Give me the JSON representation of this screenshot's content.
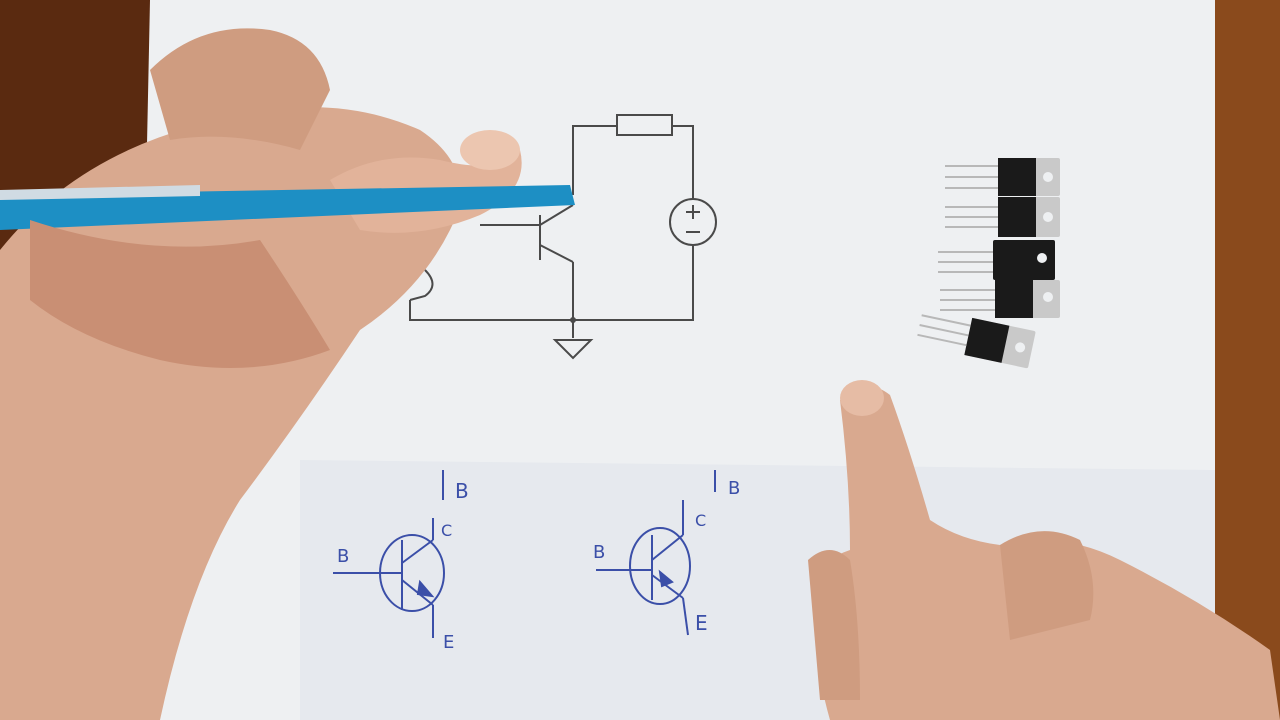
{
  "colors": {
    "table_left": "#5a2a10",
    "table_right": "#8a4a1c",
    "paper": "#eef0f2",
    "ink_print": "#4a4a4a",
    "ink_pen": "#3b4fa8",
    "skin": "#d9a98f",
    "pen_blue": "#1d8fc4",
    "component_black": "#1a1a1a",
    "component_metal": "#c9c9c9"
  },
  "handwriting": {
    "left_symbol": {
      "top_lead": "B",
      "base": "B",
      "collector": "C",
      "emitter": "E"
    },
    "right_symbol": {
      "top_lead": "B",
      "base": "B",
      "collector": "C",
      "emitter": "E"
    }
  },
  "icons": {
    "voltage_source": "plus-minus-circle",
    "ground": "ground-triangle",
    "resistor": "rectangle-resistor",
    "components": "to220-transistor"
  },
  "component_count": 5
}
